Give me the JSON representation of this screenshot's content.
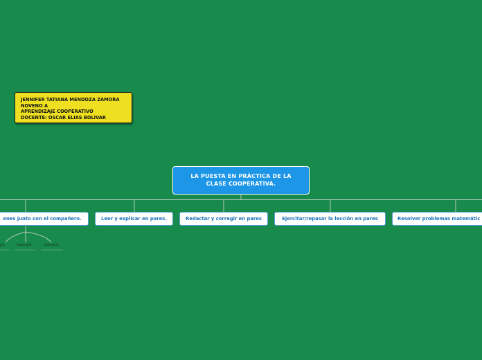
{
  "note": {
    "lines": [
      "JENNIFER TATIANA MENDOZA ZAMORA",
      "NOVENO A",
      "APRENDIZAJE COOPERATIVO",
      "DOCENTE: OSCAR ELIAS BOLIVAR"
    ]
  },
  "central": {
    "line1": "LA PUESTA EN PRÁCTICA DE LA",
    "line2": "CLASE COOPERATIVA."
  },
  "topics": [
    "enes junto con el compañero.",
    "Leer y explicar en pares.",
    "Redactar y corregir en pares",
    "Ejercitar/repasar la lección en pares",
    "Resolver problemas matemátic"
  ],
  "subtopics": [
    "pic",
    "Subtopic",
    "Subtopic"
  ],
  "colors": {
    "background": "#178a4c",
    "central": "#1e96e8",
    "note": "#eee020",
    "topic_text": "#1a70b8"
  }
}
